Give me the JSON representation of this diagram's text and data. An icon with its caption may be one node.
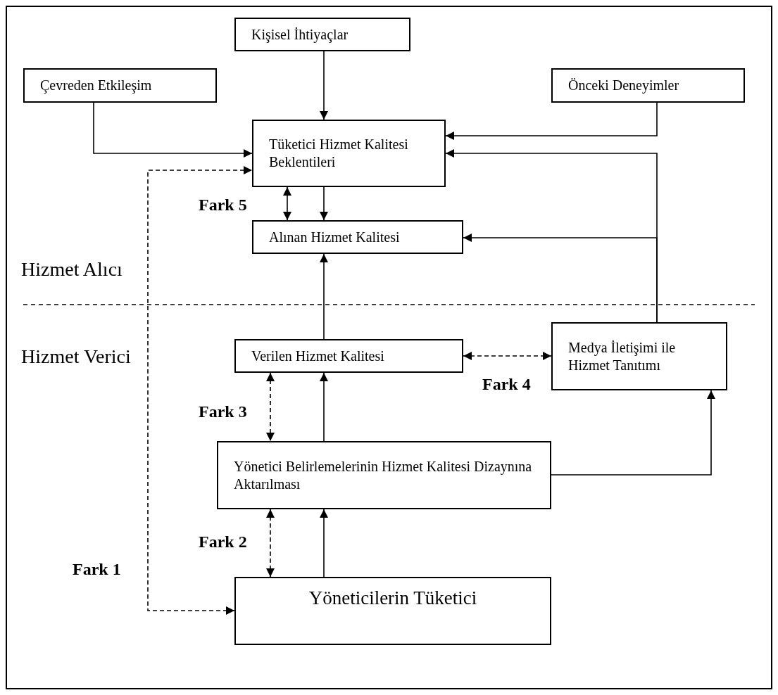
{
  "diagram": {
    "nodes": [
      {
        "text": [
          "Kişisel İhtiyaçlar"
        ]
      },
      {
        "text": [
          "Çevreden Etkileşim"
        ]
      },
      {
        "text": [
          "Önceki Deneyimler"
        ]
      },
      {
        "text": [
          "Tüketici Hizmet Kalitesi Beklentileri"
        ]
      },
      {
        "text": [
          "Alınan Hizmet Kalitesi"
        ]
      },
      {
        "text": [
          "Verilen Hizmet Kalitesi"
        ]
      },
      {
        "text": [
          "Medya İletişimi ile Hizmet Tanıtımı"
        ]
      },
      {
        "text": [
          "Yönetici Belirlemelerinin Hizmet Kalitesi Dizaynına Aktarılması"
        ]
      },
      {
        "text": [
          "Yöneticilerin Tüketici"
        ]
      }
    ],
    "edges": [
      {
        "from": 0,
        "to": 3,
        "arrow": "to"
      },
      {
        "from": 1,
        "to": 3,
        "arrow": "to"
      },
      {
        "from": 2,
        "to": 3,
        "arrow": "to"
      },
      {
        "from": 6,
        "to": 3,
        "arrow": "to"
      },
      {
        "from": 3,
        "to": 4,
        "arrow": "to"
      },
      {
        "from": 3,
        "to": 4,
        "arrow": "both",
        "label": "Fark 5"
      },
      {
        "from": 6,
        "to": 4,
        "arrow": "to"
      },
      {
        "from": 5,
        "to": 4,
        "arrow": "to"
      },
      {
        "from": 8,
        "to": 3,
        "arrow": "both",
        "style": "dashed",
        "label": "Fark 1"
      },
      {
        "from": 5,
        "to": 6,
        "arrow": "both",
        "style": "dashed",
        "label": "Fark 4"
      },
      {
        "from": 7,
        "to": 5,
        "arrow": "to"
      },
      {
        "from": 5,
        "to": 7,
        "arrow": "both",
        "style": "dashed",
        "label": "Fark 3"
      },
      {
        "from": 7,
        "to": 6,
        "arrow": "to"
      },
      {
        "from": 8,
        "to": 7,
        "arrow": "to"
      },
      {
        "from": 7,
        "to": 8,
        "arrow": "both",
        "style": "dashed",
        "label": "Fark 2"
      }
    ],
    "labels": [
      "Hizmet Alıcı",
      "Hizmet Verici"
    ]
  }
}
